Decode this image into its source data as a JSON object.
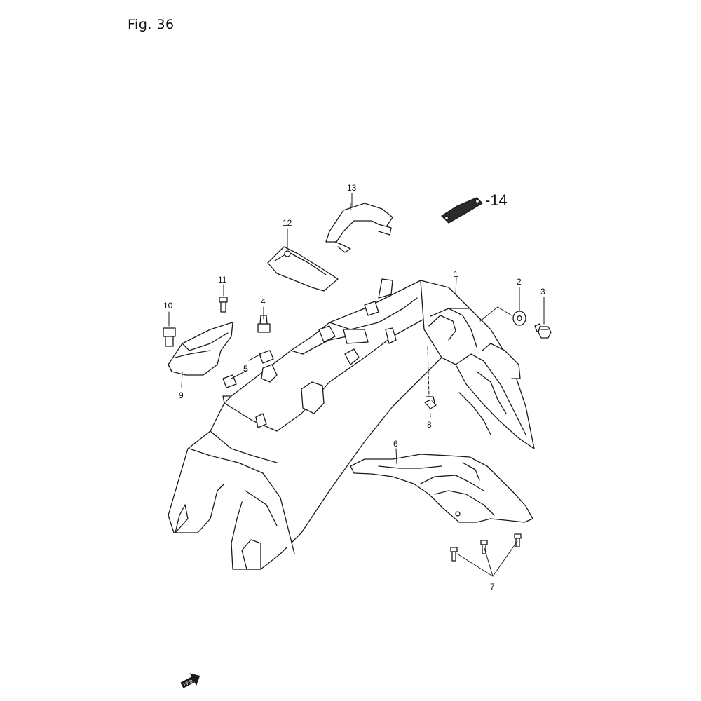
{
  "figure": {
    "title": "Fig. 36"
  },
  "callouts": [
    {
      "id": "1",
      "label": "1"
    },
    {
      "id": "2",
      "label": "2"
    },
    {
      "id": "3",
      "label": "3"
    },
    {
      "id": "4",
      "label": "4"
    },
    {
      "id": "5",
      "label": "5"
    },
    {
      "id": "6",
      "label": "6"
    },
    {
      "id": "7",
      "label": "7"
    },
    {
      "id": "8",
      "label": "8"
    },
    {
      "id": "9",
      "label": "9"
    },
    {
      "id": "10",
      "label": "10"
    },
    {
      "id": "11",
      "label": "11"
    },
    {
      "id": "12",
      "label": "12"
    },
    {
      "id": "13",
      "label": "13"
    },
    {
      "id": "14",
      "label": "-14"
    }
  ],
  "fwd_badge": {
    "label": "FWD",
    "icon": "fwd-arrow-icon"
  },
  "colors": {
    "line": "#1a1a1a",
    "fill": "#ffffff",
    "dark_part": "#2b2b2b"
  }
}
